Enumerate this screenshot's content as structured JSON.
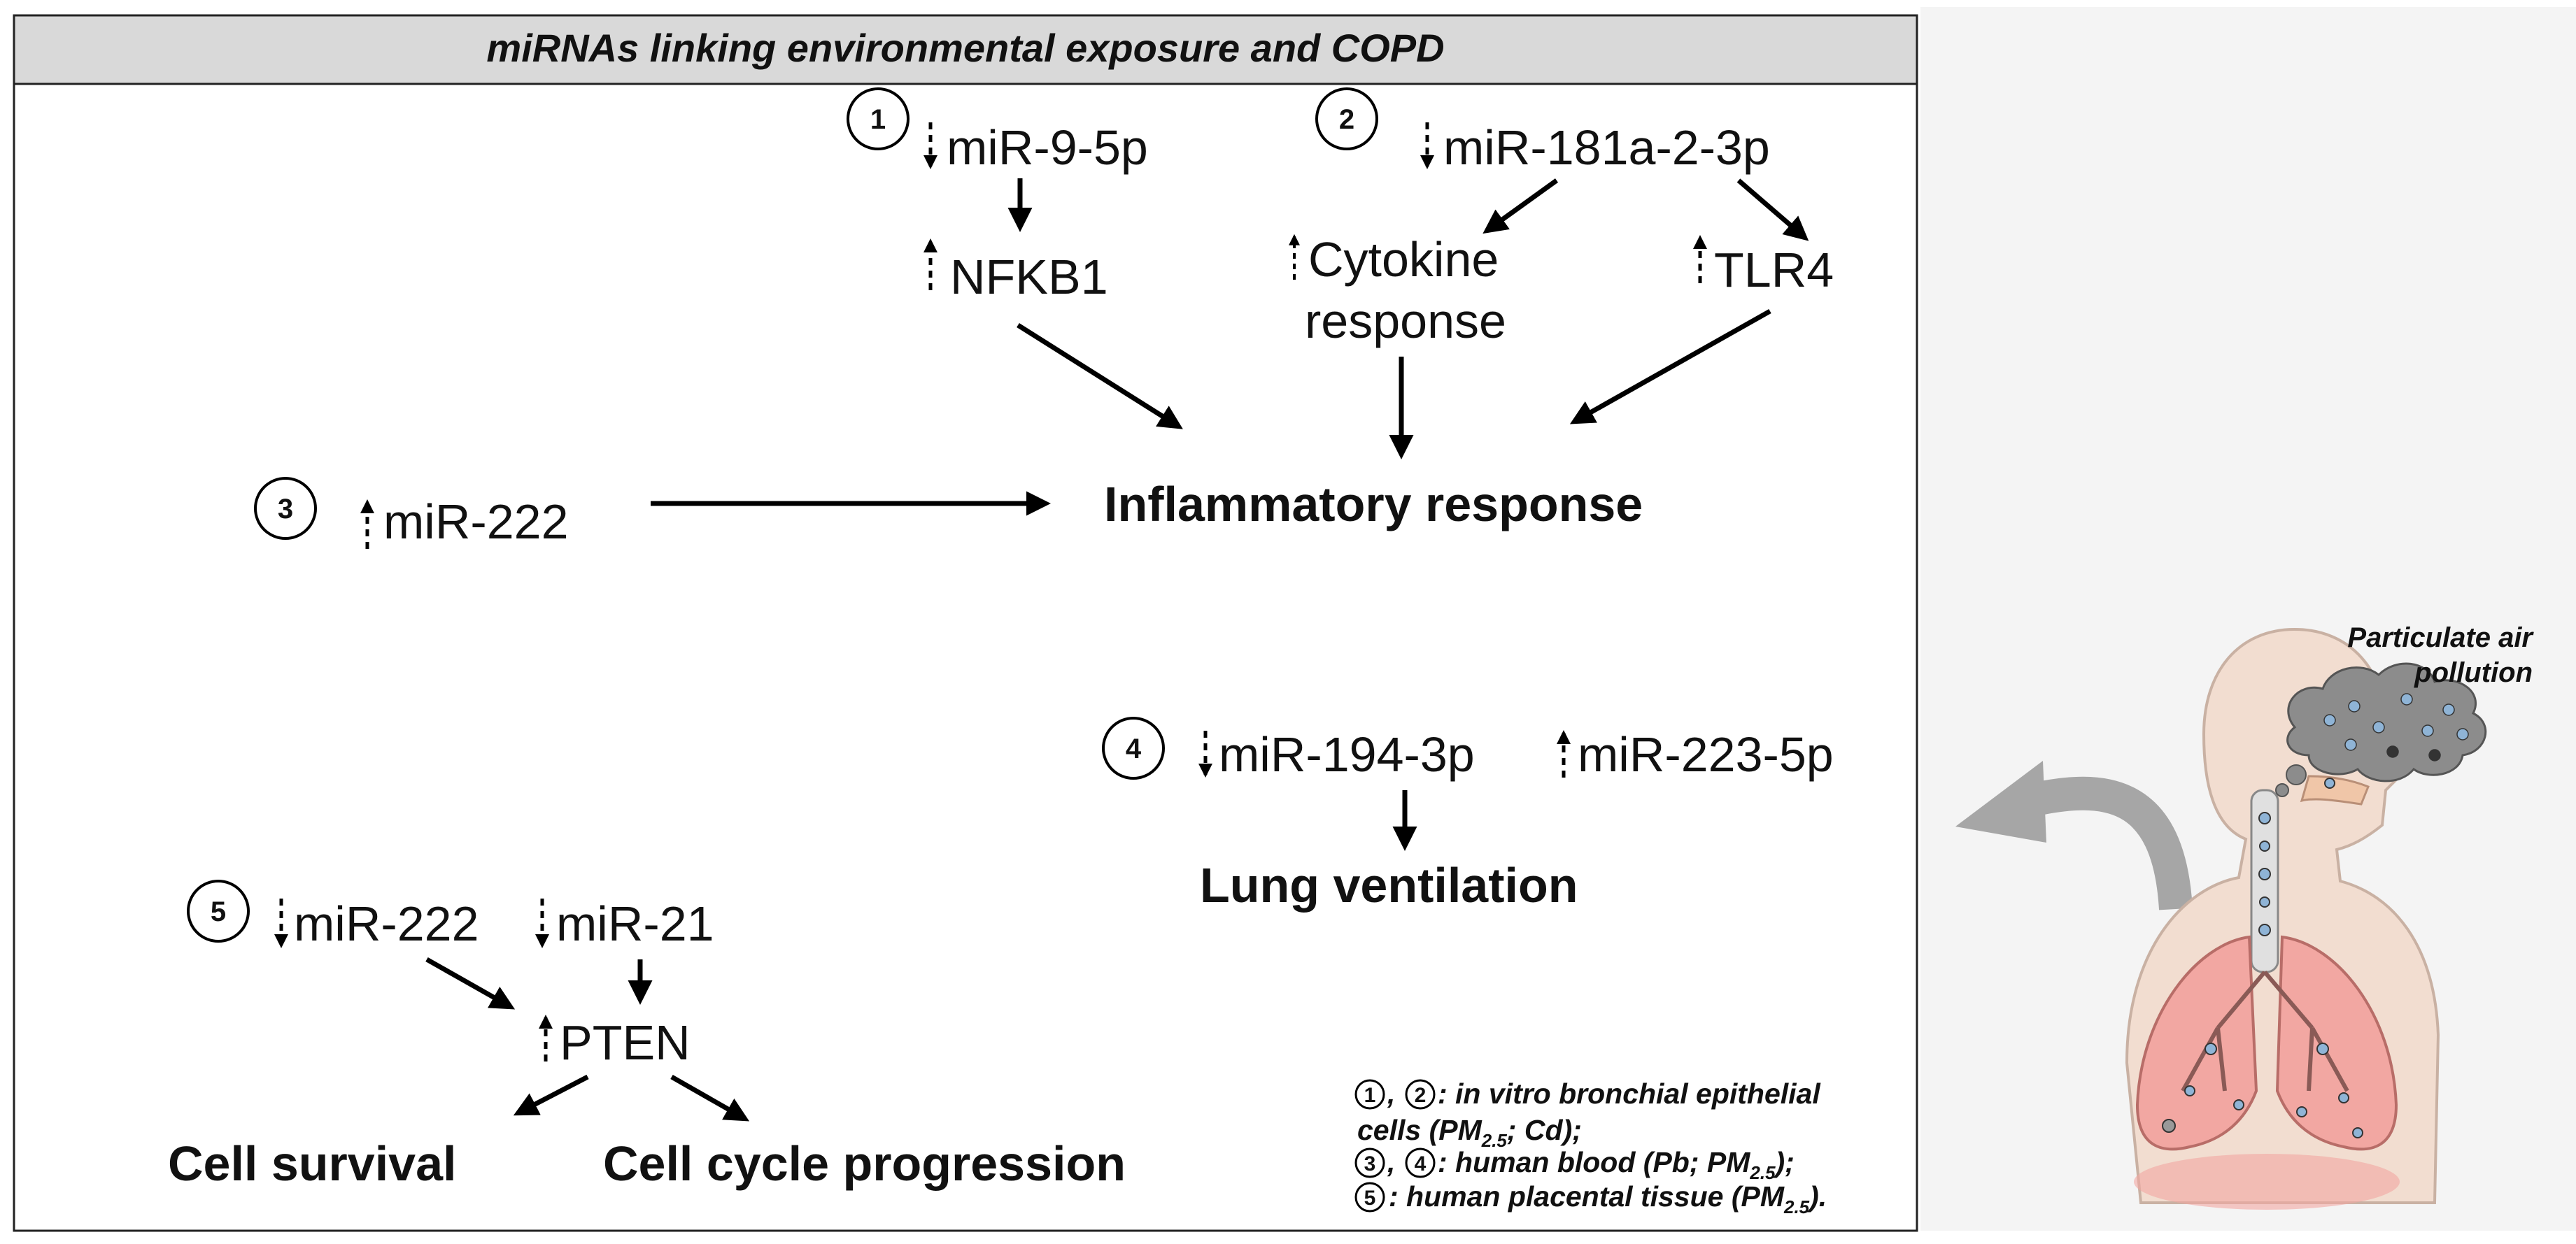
{
  "title": "miRNAs linking environmental exposure and COPD",
  "pathway1": {
    "num": "1",
    "mirna": "miR-9-5p",
    "target": "NFKB1"
  },
  "pathway2": {
    "num": "2",
    "mirna": "miR-181a-2-3p",
    "cytokine_line1": "Cytokine",
    "cytokine_line2": "response",
    "tlr": "TLR4"
  },
  "pathway3": {
    "num": "3",
    "mirna": "miR-222"
  },
  "inflammatory": "Inflammatory response",
  "pathway4": {
    "num": "4",
    "mirna_a": "miR-194-3p",
    "mirna_b": "miR-223-5p",
    "outcome": "Lung ventilation"
  },
  "pathway5": {
    "num": "5",
    "mirna_a": "miR-222",
    "mirna_b": "miR-21",
    "target": "PTEN",
    "outcome_a": "Cell survival",
    "outcome_b": "Cell cycle progression"
  },
  "legend": {
    "n1": "1",
    "n2": "2",
    "n3": "3",
    "n4": "4",
    "n5": "5",
    "sep": ",",
    "line1": ": in vitro bronchial epithelial",
    "line2a": "cells (PM",
    "line2sub": "2.5",
    "line2b": "; Cd);",
    "line3a": ": human blood (Pb; PM",
    "line3sub": "2.5",
    "line3b": ");",
    "line4a": ": human placental tissue (PM",
    "line4sub": "2.5",
    "line4b": ")."
  },
  "illustration": {
    "label_line1": "Particulate air",
    "label_line2": "pollution"
  },
  "colors": {
    "header_bg": "#d9d9d9",
    "lung": "#f2a7a2",
    "body": "#f2ddd0",
    "cloud": "#7f7f7f",
    "big_arrow": "#a6a6a6"
  }
}
